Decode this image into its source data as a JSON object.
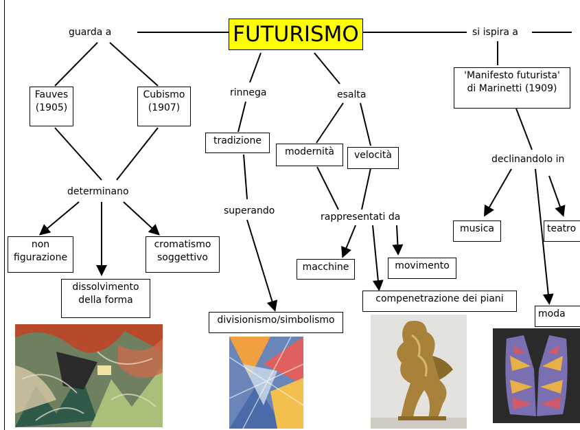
{
  "title": "FUTURISMO",
  "labels": {
    "guarda_a": "guarda a",
    "si_ispira_a": "si ispira a",
    "rinnega": "rinnega",
    "esalta": "esalta",
    "determinano": "determinano",
    "superando": "superando",
    "rappresentati_da": "rappresentati da",
    "declinandolo_in": "declinandolo in"
  },
  "boxes": {
    "fauves_1": "Fauves",
    "fauves_2": "(1905)",
    "cubismo_1": "Cubismo",
    "cubismo_2": "(1907)",
    "manifesto_1": "'Manifesto futurista'",
    "manifesto_2": "di Marinetti (1909)",
    "tradizione": "tradizione",
    "modernita": "modernità",
    "velocita": "velocità",
    "non_fig_1": "non",
    "non_fig_2": "figurazione",
    "cromatismo_1": "cromatismo",
    "cromatismo_2": "soggettivo",
    "dissolvimento_1": "dissolvimento",
    "dissolvimento_2": "della forma",
    "macchine": "macchine",
    "movimento": "movimento",
    "compenetrazione": "compenetrazione dei piani",
    "divisionismo": "divisionismo/simbolismo",
    "musica": "musica",
    "teatro": "teatro",
    "moda": "moda"
  },
  "images": [
    {
      "name": "painting-states-of-mind"
    },
    {
      "name": "painting-divisionist"
    },
    {
      "name": "sculpture-forms-in-space"
    },
    {
      "name": "futurist-vest"
    }
  ]
}
